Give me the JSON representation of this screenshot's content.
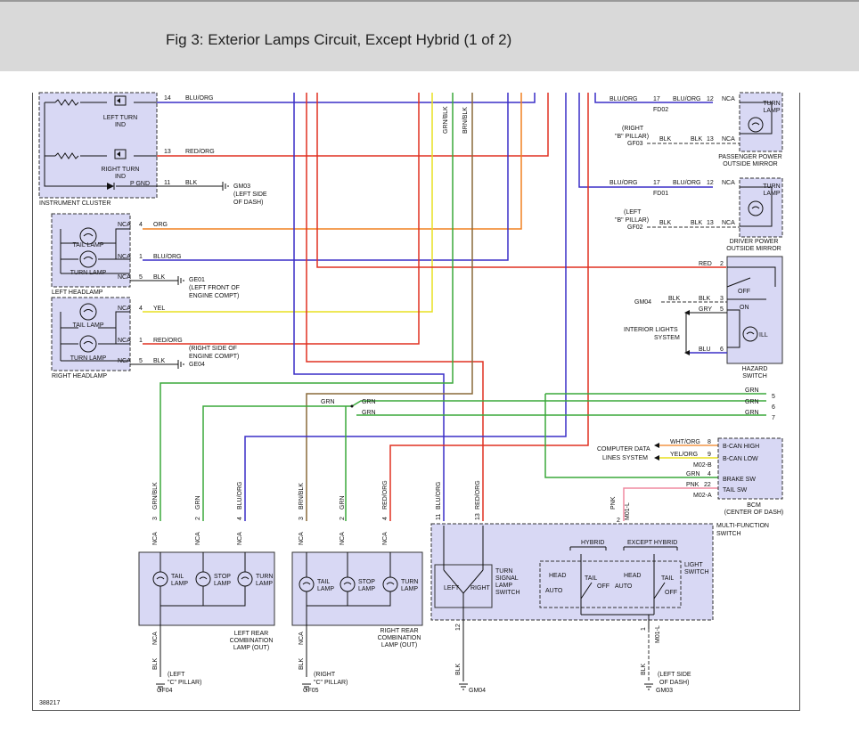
{
  "title": "Fig 3: Exterior Lamps Circuit, Except Hybrid (1 of 2)",
  "figure_number": "388217",
  "colors": {
    "blu_org": "#3a2fc7",
    "red": "#e03020",
    "grn": "#3aa83a",
    "brn_blk": "#8a6a3a",
    "yel": "#e8e020",
    "org": "#f08020",
    "pnk": "#f08aa0",
    "panel": "#d8d8f4"
  },
  "instrument_cluster": {
    "label": "INSTRUMENT CLUSTER",
    "left_turn": [
      "LEFT TURN",
      "IND"
    ],
    "right_turn": [
      "RIGHT TURN",
      "IND"
    ],
    "pgnd": "P GND",
    "pins": [
      "14",
      "13",
      "11"
    ],
    "wires": [
      "BLU/ORG",
      "RED/ORG",
      "BLK"
    ],
    "ground": [
      "GM03",
      "(LEFT SIDE",
      "OF DASH)"
    ]
  },
  "left_headlamp": {
    "label": "LEFT HEADLAMP",
    "tail": "TAIL LAMP",
    "turn": "TURN LAMP",
    "nca": "NCA",
    "pins": [
      "4",
      "1",
      "5"
    ],
    "wires": [
      "ORG",
      "BLU/ORG",
      "BLK"
    ],
    "ground": [
      "GE01",
      "(LEFT FRONT OF",
      "ENGINE COMPT)"
    ]
  },
  "right_headlamp": {
    "label": "RIGHT HEADLAMP",
    "tail": "TAIL LAMP",
    "turn": "TURN LAMP",
    "nca": "NCA",
    "pins": [
      "4",
      "1",
      "5"
    ],
    "wires": [
      "YEL",
      "RED/ORG",
      "BLK"
    ],
    "ground": [
      "(RIGHT SIDE OF",
      "ENGINE COMPT)",
      "GE04"
    ]
  },
  "passenger_mirror": {
    "label": [
      "PASSENGER POWER",
      "OUTSIDE MIRROR"
    ],
    "lamp": [
      "TURN",
      "LAMP"
    ],
    "wire_in": "BLU/ORG",
    "pin_17": "17",
    "fd": "FD02",
    "wire_out": "BLU/ORG",
    "pin_12": "12",
    "nca": "NCA",
    "pillar": [
      "(RIGHT",
      "\"B\" PILLAR)"
    ],
    "gf": "GF03",
    "blk": "BLK",
    "pin_13": "13"
  },
  "driver_mirror": {
    "label": [
      "DRIVER POWER",
      "OUTSIDE MIRROR"
    ],
    "lamp": [
      "TURN",
      "LAMP"
    ],
    "wire_in": "BLU/ORG",
    "pin_17": "17",
    "fd": "FD01",
    "wire_out": "BLU/ORG",
    "pin_12": "12",
    "nca": "NCA",
    "pillar": [
      "(LEFT",
      "\"B\" PILLAR)"
    ],
    "gf": "GF02",
    "blk": "BLK",
    "pin_13": "13"
  },
  "hazard_switch": {
    "label": [
      "HAZARD",
      "SWITCH"
    ],
    "red": "RED",
    "pin2": "2",
    "off": "OFF",
    "on": "ON",
    "ill": "ILL",
    "gm04": "GM04",
    "blk1": "BLK",
    "blk2": "BLK",
    "pin3": "3",
    "gry": "GRY",
    "pin5": "5",
    "blu": "BLU",
    "pin6": "6",
    "interior": [
      "INTERIOR LIGHTS",
      "SYSTEM"
    ]
  },
  "vertical_wires": {
    "grn_blk": "GRN/BLK",
    "brn_blk": "BRN/BLK"
  },
  "grn_bus": {
    "labels": [
      "GRN",
      "GRN",
      "GRN",
      "GRN",
      "GRN"
    ],
    "pins": [
      "5",
      "6",
      "7"
    ]
  },
  "bcm": {
    "label": [
      "BCM",
      "(CENTER OF DASH)"
    ],
    "can_high": "B-CAN HIGH",
    "can_low": "B-CAN LOW",
    "brake": "BRAKE SW",
    "tail": "TAIL SW",
    "computer": [
      "COMPUTER DATA",
      "LINES SYSTEM"
    ],
    "wht_org": "WHT/ORG",
    "yel_org": "YEL/ORG",
    "pin8": "8",
    "pin9": "9",
    "m02b": "M02-B",
    "grn": "GRN",
    "pin4": "4",
    "pnk": "PNK",
    "pin22": "22",
    "m02a": "M02-A"
  },
  "mfs": {
    "label": [
      "MULTI-FUNCTION",
      "SWITCH"
    ],
    "turn_switch": [
      "TURN",
      "SIGNAL",
      "LAMP",
      "SWITCH"
    ],
    "left": "LEFT",
    "right": "RIGHT",
    "hybrid": "HYBRID",
    "except_hybrid": "EXCEPT HYBRID",
    "light_switch": [
      "LIGHT",
      "SWITCH"
    ],
    "head": "HEAD",
    "tail": "TAIL",
    "auto": "AUTO",
    "off": "OFF",
    "pnk": "PNK",
    "m01l_top": "M01-L",
    "pin2": "2",
    "pin11": "11",
    "pin13": "13",
    "blu_org": "BLU/ORG",
    "red_org": "RED/ORG",
    "pin12": "12",
    "pin1": "1",
    "m01l_bot": "M01-L",
    "blk_a": "BLK",
    "blk_b": "BLK",
    "gm04": "GM04",
    "gm03": "GM03",
    "gm03_loc": [
      "(LEFT SIDE",
      "OF DASH)"
    ]
  },
  "left_rear": {
    "label": [
      "LEFT REAR",
      "COMBINATION",
      "LAMP (OUT)"
    ],
    "tail": [
      "TAIL",
      "LAMP"
    ],
    "stop": [
      "STOP",
      "LAMP"
    ],
    "turn": [
      "TURN",
      "LAMP"
    ],
    "wires": [
      "GRN/BLK",
      "GRN",
      "BLU/ORG"
    ],
    "pins": [
      "3",
      "2",
      "4"
    ],
    "nca": "NCA",
    "blk": "BLK",
    "ground": [
      "(LEFT",
      "\"C\" PILLAR)",
      "GF04"
    ]
  },
  "right_rear": {
    "label": [
      "RIGHT REAR",
      "COMBINATION",
      "LAMP (OUT)"
    ],
    "tail": [
      "TAIL",
      "LAMP"
    ],
    "stop": [
      "STOP",
      "LAMP"
    ],
    "turn": [
      "TURN",
      "LAMP"
    ],
    "wires": [
      "BRN/BLK",
      "GRN",
      "RED/ORG"
    ],
    "pins": [
      "3",
      "2",
      "4"
    ],
    "nca": "NCA",
    "blk": "BLK",
    "ground": [
      "(RIGHT",
      "\"C\" PILLAR)",
      "GF05"
    ]
  }
}
